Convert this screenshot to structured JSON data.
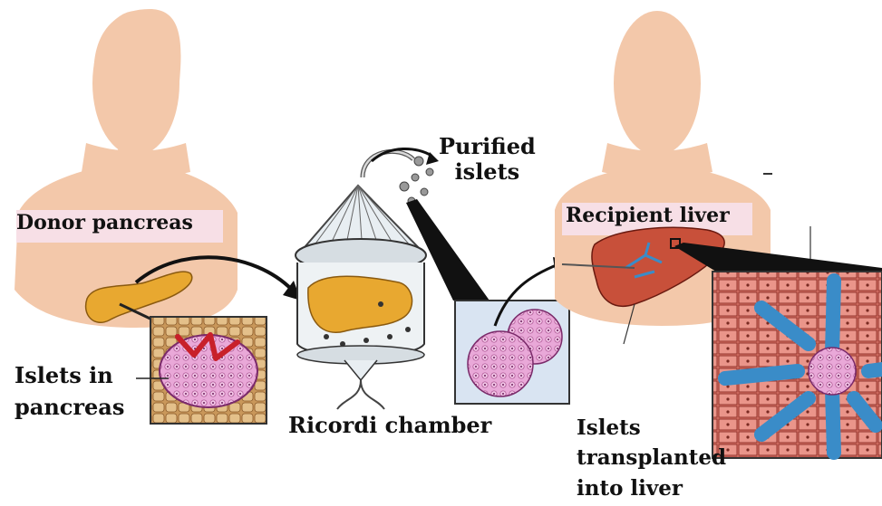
{
  "labels": {
    "donor_pancreas": "Donor pancreas",
    "islets_in_pancreas_line1": "Islets in",
    "islets_in_pancreas_line2": "pancreas",
    "ricordi_chamber": "Ricordi chamber",
    "purified_islets_line1": "Purified",
    "purified_islets_line2": "islets",
    "recipient_liver": "Recipient liver",
    "islets_transplanted_line1": "Islets",
    "islets_transplanted_line2": "transplanted",
    "islets_transplanted_line3": "into liver"
  },
  "colors": {
    "skin": "#f3c8aa",
    "pancreas": "#e8a830",
    "liver": "#c8503a",
    "islet_pink": "#e6a6d6",
    "vessel_blue": "#3a8cc8",
    "highlight": "#f7dfe6"
  }
}
